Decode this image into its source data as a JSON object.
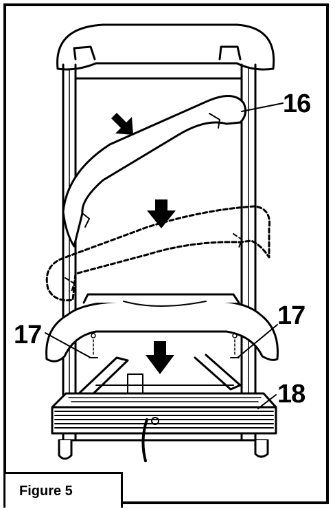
{
  "figure": {
    "caption": "Figure 5",
    "callouts": {
      "part_16": "16",
      "part_17_left": "17",
      "part_17_right": "17",
      "part_18": "18"
    }
  }
}
